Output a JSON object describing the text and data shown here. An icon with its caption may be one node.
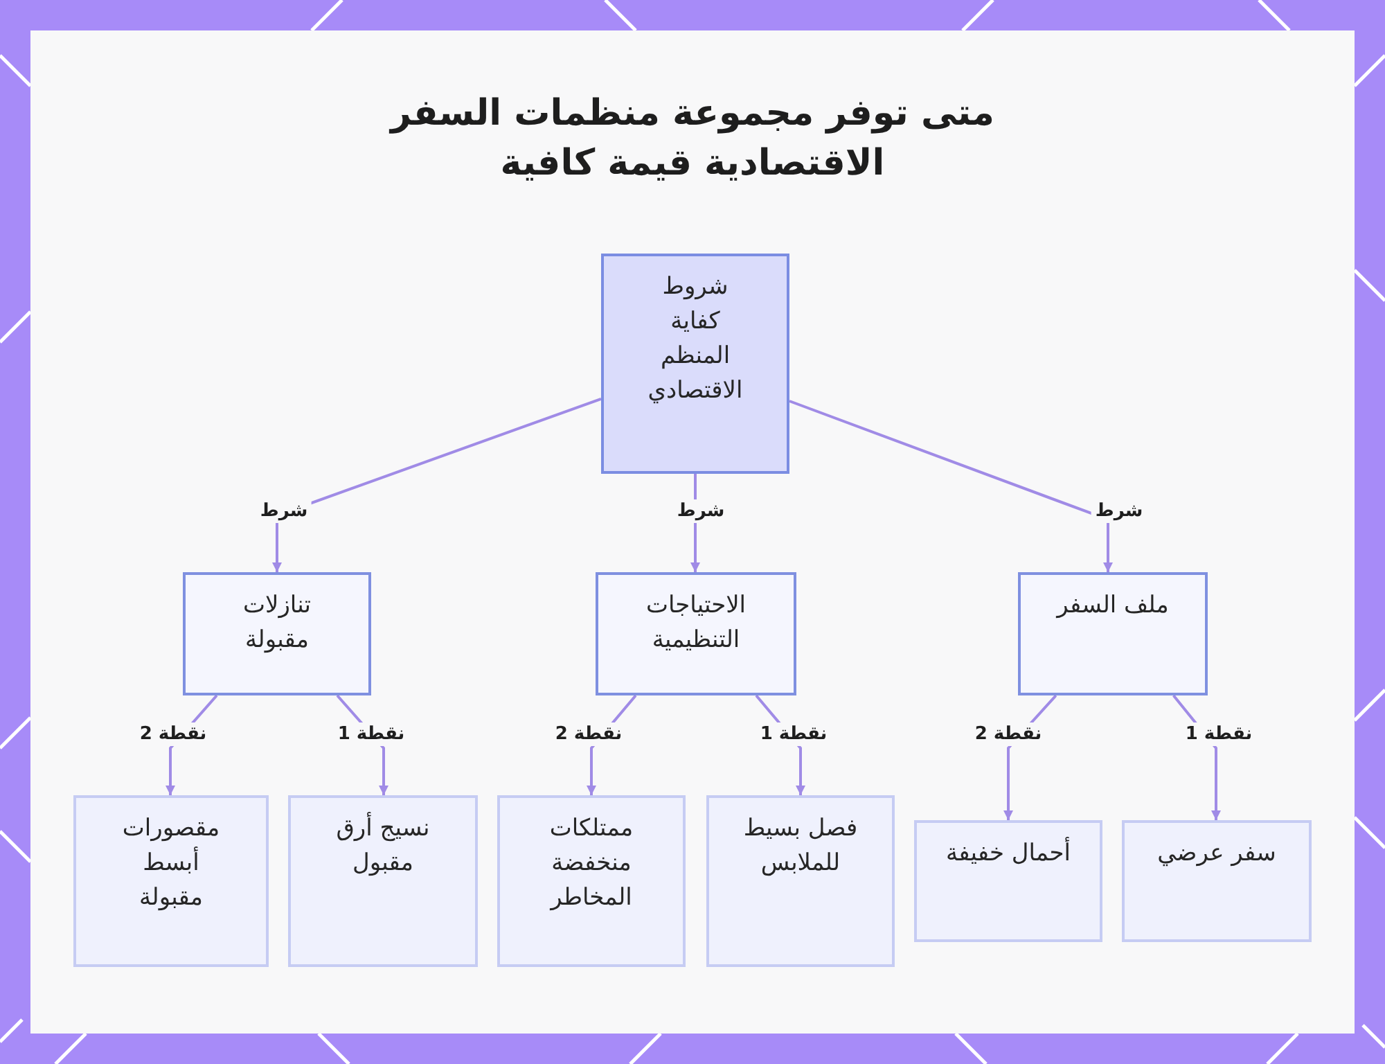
{
  "diagram": {
    "title": "متى توفر مجموعة منظمات السفر الاقتصادية قيمة كافية",
    "nodes": [
      {
        "text": [
          "شروط كفاية المنظم الاقتصادي"
        ]
      },
      {
        "text": [
          "ملف السفر"
        ]
      },
      {
        "text": [
          "الاحتياجات التنظيمية"
        ]
      },
      {
        "text": [
          "تنازلات مقبولة"
        ]
      },
      {
        "text": [
          "سفر عرضي"
        ]
      },
      {
        "text": [
          "أحمال خفيفة"
        ]
      },
      {
        "text": [
          "فصل بسيط للملابس"
        ]
      },
      {
        "text": [
          "ممتلكات منخفضة المخاطر"
        ]
      },
      {
        "text": [
          "نسيج أرق مقبول"
        ]
      },
      {
        "text": [
          "مقصورات أبسط مقبولة"
        ]
      }
    ],
    "edges": [
      {
        "from": 0,
        "to": 1,
        "arrow": "to",
        "label": "شرط"
      },
      {
        "from": 0,
        "to": 2,
        "arrow": "to",
        "label": "شرط"
      },
      {
        "from": 0,
        "to": 3,
        "arrow": "to",
        "label": "شرط"
      },
      {
        "from": 1,
        "to": 4,
        "arrow": "to",
        "label": "نقطة 1"
      },
      {
        "from": 1,
        "to": 5,
        "arrow": "to",
        "label": "نقطة 2"
      },
      {
        "from": 2,
        "to": 6,
        "arrow": "to",
        "label": "نقطة 1"
      },
      {
        "from": 2,
        "to": 7,
        "arrow": "to",
        "label": "نقطة 2"
      },
      {
        "from": 3,
        "to": 8,
        "arrow": "to",
        "label": "نقطة 1"
      },
      {
        "from": 3,
        "to": 9,
        "arrow": "to",
        "label": "نقطة 2"
      }
    ]
  }
}
